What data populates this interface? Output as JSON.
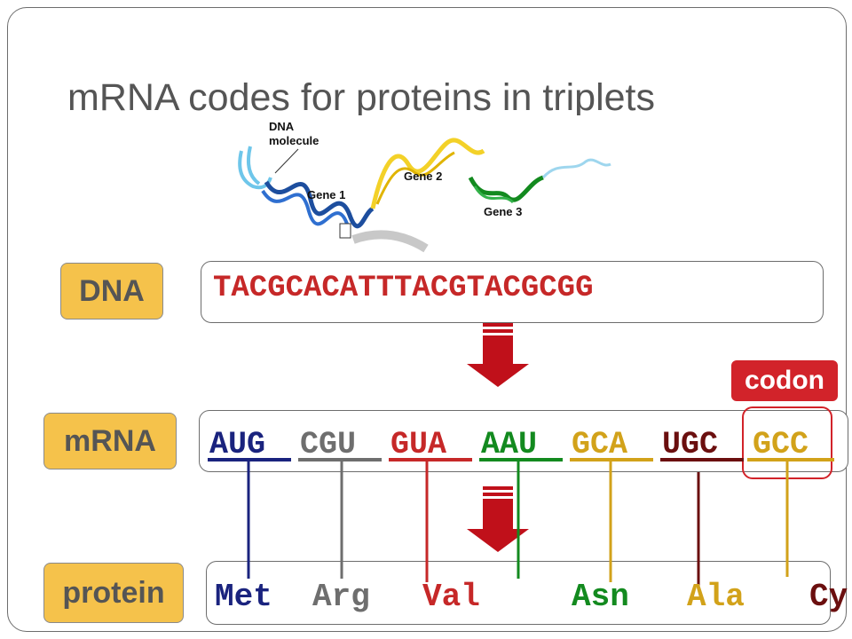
{
  "title": "mRNA codes for proteins in triplets",
  "figure": {
    "dna_molecule_label": "DNA\nmolecule",
    "dna_molecule_line1": "DNA",
    "dna_molecule_line2": "molecule",
    "gene1": "Gene 1",
    "gene2": "Gene 2",
    "gene3": "Gene 3"
  },
  "rows": {
    "dna_label": "DNA",
    "mrna_label": "mRNA",
    "protein_label": "protein"
  },
  "dna_sequence": "TACGCACATTTACGTACGCGG",
  "codon_tag": "codon",
  "mrna_codons": [
    {
      "text": "AUG",
      "color": "#1a237e"
    },
    {
      "text": "CGU",
      "color": "#6e6e6e"
    },
    {
      "text": "GUA",
      "color": "#c62828"
    },
    {
      "text": "AAU",
      "color": "#138a1f"
    },
    {
      "text": "GCA",
      "color": "#d2a21a"
    },
    {
      "text": "UGC",
      "color": "#6b0f0f"
    },
    {
      "text": "GCC",
      "color": "#d2a21a"
    }
  ],
  "amino_acids": [
    {
      "text": "Met",
      "color": "#1a237e"
    },
    {
      "text": "Arg",
      "color": "#6e6e6e"
    },
    {
      "text": "Val",
      "color": "#c62828"
    },
    {
      "text": "Asn",
      "color": "#138a1f"
    },
    {
      "text": "Ala",
      "color": "#d2a21a"
    },
    {
      "text": "Cy",
      "color": "#6b0f0f"
    }
  ],
  "colors": {
    "accent_red": "#d2232a",
    "label_gold": "#f5c24b",
    "dna_text": "#c62828",
    "arrow_red": "#c0101a"
  }
}
